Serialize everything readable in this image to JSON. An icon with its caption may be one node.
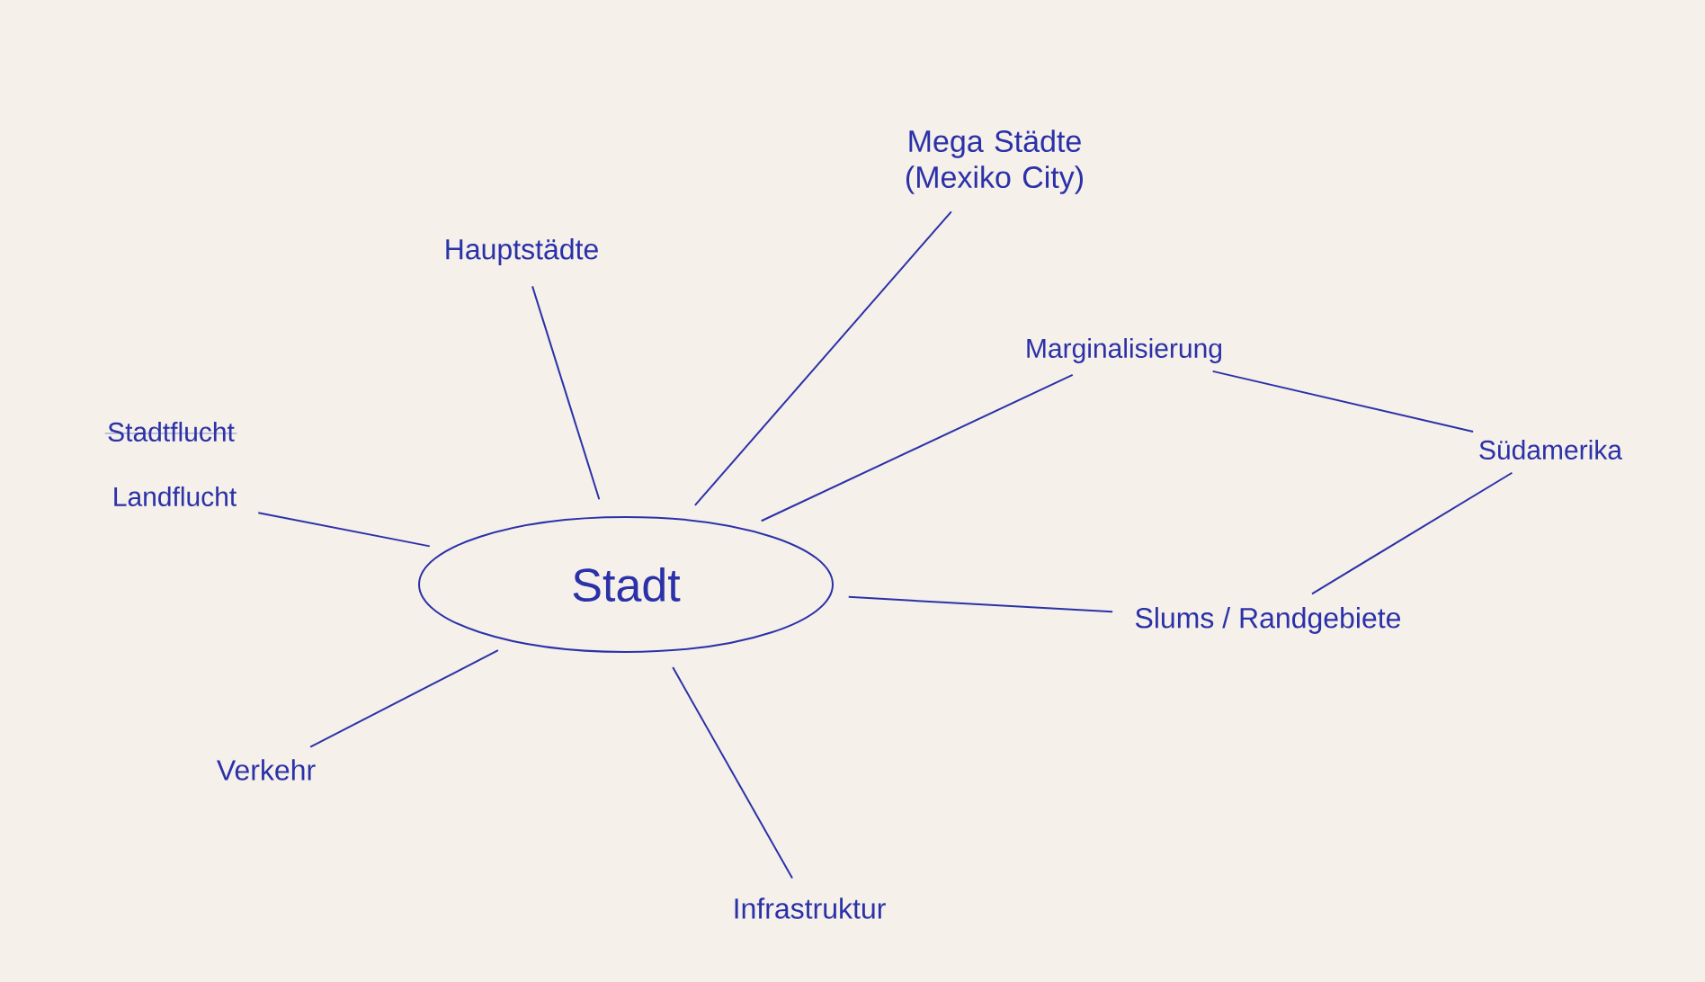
{
  "diagram": {
    "nodes": [
      {
        "text": [
          "Stadt"
        ]
      },
      {
        "text": [
          "Hauptstädte"
        ]
      },
      {
        "text": [
          "Mega Städte (Mexiko City)"
        ]
      },
      {
        "text": [
          "Marginalisierung"
        ]
      },
      {
        "text": [
          "Südamerika"
        ]
      },
      {
        "text": [
          "Slums / Randgebiete"
        ]
      },
      {
        "text": [
          "Infrastruktur"
        ]
      },
      {
        "text": [
          "Verkehr"
        ]
      },
      {
        "text": [
          "Landflucht"
        ]
      }
    ],
    "edges": [
      {
        "from": 0,
        "to": 1,
        "arrow": "none"
      },
      {
        "from": 0,
        "to": 2,
        "arrow": "none"
      },
      {
        "from": 0,
        "to": 3,
        "arrow": "none"
      },
      {
        "from": 3,
        "to": 4,
        "arrow": "none"
      },
      {
        "from": 0,
        "to": 5,
        "arrow": "none"
      },
      {
        "from": 5,
        "to": 4,
        "arrow": "none"
      },
      {
        "from": 0,
        "to": 6,
        "arrow": "none"
      },
      {
        "from": 0,
        "to": 7,
        "arrow": "none"
      },
      {
        "from": 0,
        "to": 8,
        "arrow": "none"
      }
    ],
    "labels": [
      "Stadtflucht"
    ]
  }
}
